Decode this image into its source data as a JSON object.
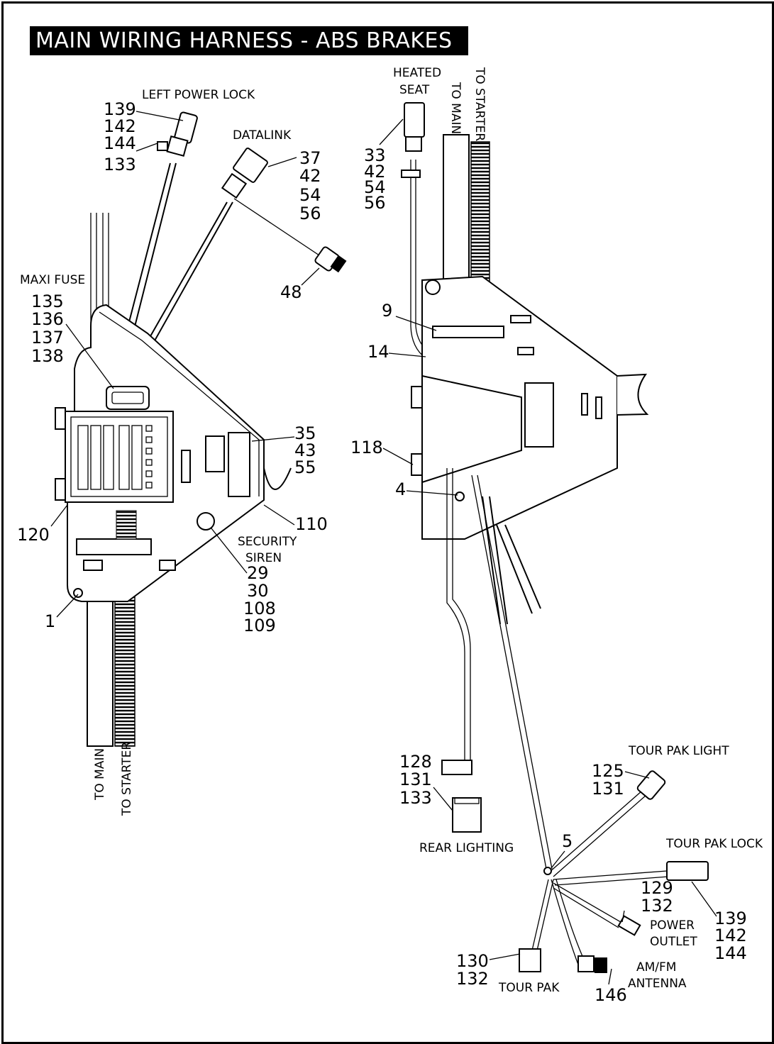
{
  "title": "MAIN WIRING HARNESS - ABS BRAKES",
  "callouts": {
    "left_power_lock": "LEFT POWER LOCK",
    "datalink": "DATALINK",
    "maxi_fuse": "MAXI FUSE",
    "security_siren_1": "SECURITY",
    "security_siren_2": "SIREN",
    "to_main_left": "TO MAIN",
    "to_starter_left": "TO STARTER",
    "heated_seat_1": "HEATED",
    "heated_seat_2": "SEAT",
    "to_main_right": "TO MAIN",
    "to_starter_right": "TO STARTER",
    "rear_lighting": "REAR LIGHTING",
    "tour_pak_light": "TOUR PAK LIGHT",
    "tour_pak_lock": "TOUR PAK LOCK",
    "power_outlet_1": "POWER",
    "power_outlet_2": "OUTLET",
    "am_fm_antenna_1": "AM/FM",
    "am_fm_antenna_2": "ANTENNA",
    "tour_pak": "TOUR PAK"
  },
  "parts": {
    "left_power_lock": [
      "139",
      "142",
      "144",
      "133"
    ],
    "datalink": [
      "37",
      "42",
      "54",
      "56"
    ],
    "p48": "48",
    "maxi_fuse": [
      "135",
      "136",
      "137",
      "138"
    ],
    "relay_group": [
      "35",
      "43",
      "55"
    ],
    "p110": "110",
    "p120": "120",
    "security_siren": [
      "29",
      "30",
      "108",
      "109"
    ],
    "p1": "1",
    "heated_seat": [
      "33",
      "42",
      "54",
      "56"
    ],
    "p9": "9",
    "p14": "14",
    "p118": "118",
    "p4": "4",
    "rear_lighting": [
      "128",
      "131",
      "133"
    ],
    "tour_pak_light": [
      "125",
      "131"
    ],
    "p5": "5",
    "power_outlet": [
      "129",
      "132"
    ],
    "tour_pak_lock": [
      "139",
      "142",
      "144"
    ],
    "tour_pak": [
      "130",
      "132"
    ],
    "am_fm_antenna": "146"
  }
}
